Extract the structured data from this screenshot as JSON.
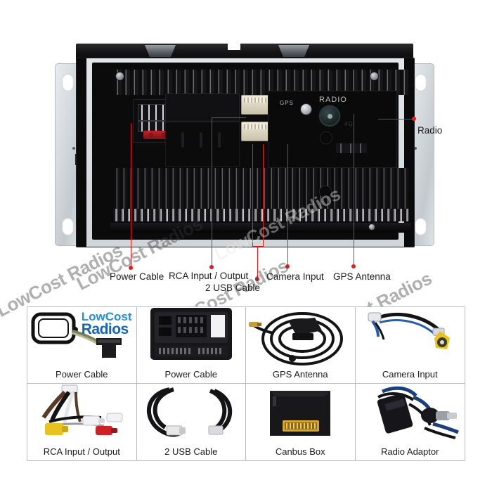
{
  "page": {
    "background": "#ffffff",
    "accent_red": "#e02020",
    "text_color": "#1b1b1d",
    "grid_border": "#b9bcc0"
  },
  "brand": {
    "logo_line1": "LowCost",
    "logo_line2": "Radios",
    "logo_color1": "#1f8fe0",
    "logo_color2": "#1565b5",
    "watermark_text": "LowCost Radios"
  },
  "device": {
    "name": "car-head-unit-rear",
    "port_labels": {
      "gps": "GPS",
      "radio": "RADIO"
    },
    "silkscreen": "4G"
  },
  "callouts": [
    {
      "id": "power-cable",
      "label": "Power Cable"
    },
    {
      "id": "rca-input-output",
      "label": "RCA Input / Output"
    },
    {
      "id": "usb-cable",
      "label": "2 USB Cable"
    },
    {
      "id": "camera-input",
      "label": "Camera Input"
    },
    {
      "id": "gps-antenna",
      "label": "GPS Antenna"
    },
    {
      "id": "radio",
      "label": "Radio"
    }
  ],
  "accessories": {
    "columns": 4,
    "rows": 2,
    "items": [
      {
        "id": "power-cable-iso",
        "label": "Power Cable",
        "art": "iso-plug"
      },
      {
        "id": "power-cable-quad",
        "label": "Power Cable",
        "art": "quadlock"
      },
      {
        "id": "gps-antenna",
        "label": "GPS Antenna",
        "art": "gps-antenna"
      },
      {
        "id": "camera-input",
        "label": "Camera Input",
        "art": "camera-lead"
      },
      {
        "id": "rca-input-output",
        "label": "RCA Input / Output",
        "art": "rca-harness"
      },
      {
        "id": "usb-cable",
        "label": "2 USB Cable",
        "art": "usb-cables"
      },
      {
        "id": "canbus-box",
        "label": "Canbus Box",
        "art": "canbus-box"
      },
      {
        "id": "radio-adaptor",
        "label": "Radio Adaptor",
        "art": "radio-adaptor"
      }
    ]
  }
}
